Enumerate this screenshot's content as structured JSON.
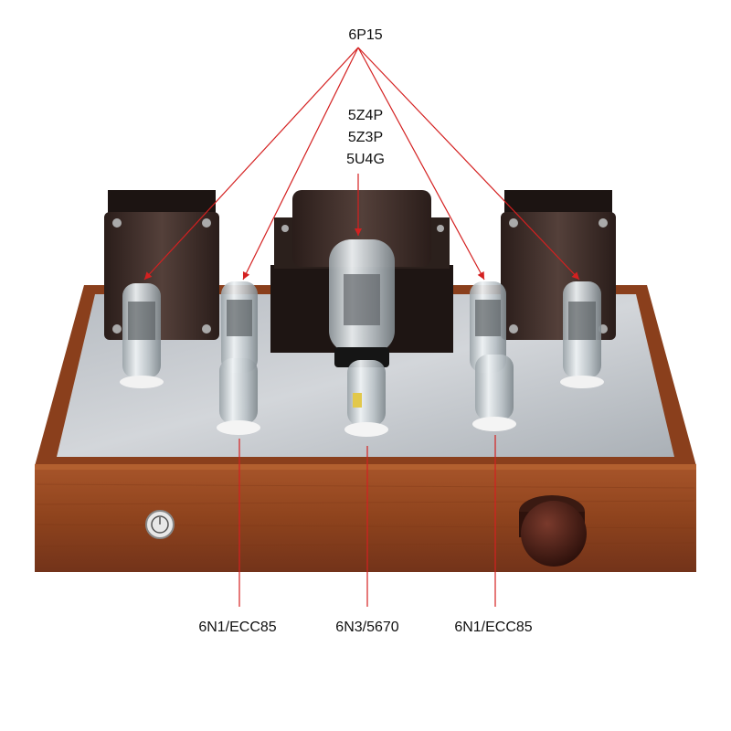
{
  "labels": {
    "power_tubes": "6P15",
    "rectifier_tube_1": "5Z4P",
    "rectifier_tube_2": "5Z3P",
    "rectifier_tube_3": "5U4G",
    "driver_left": "6N1/ECC85",
    "driver_center": "6N3/5670",
    "driver_right": "6N1/ECC85"
  },
  "colors": {
    "annotation_line": "#d42020",
    "wood": "#9a4a22",
    "wood_dark": "#6e2f12",
    "top_plate": "#c7cbcf",
    "transformer": "#3b2a26",
    "glass": "#cfd6da"
  }
}
